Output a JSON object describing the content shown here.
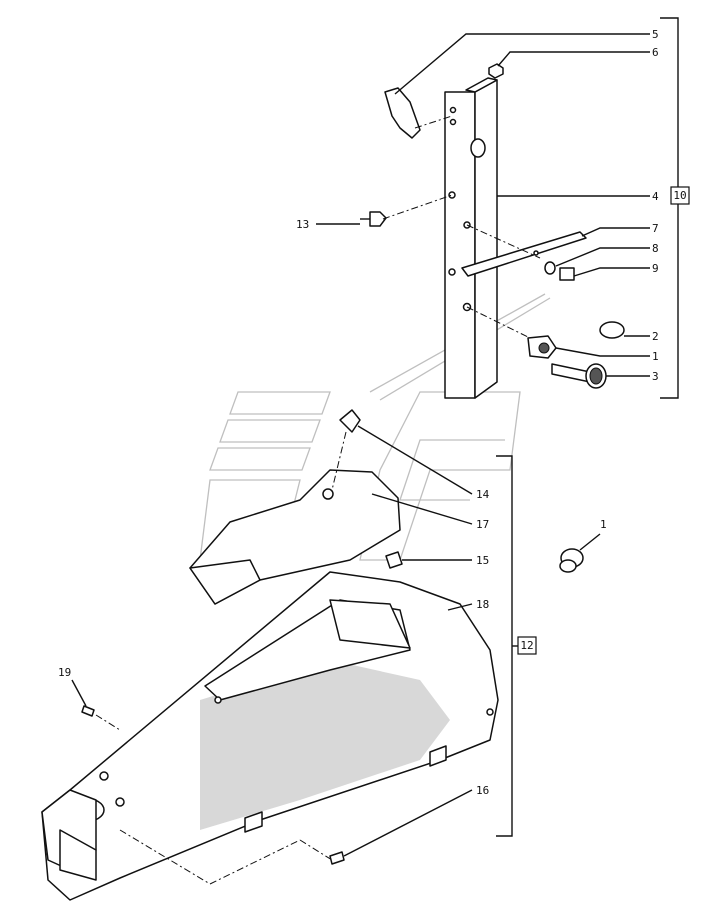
{
  "callouts": {
    "c5": "5",
    "c6": "6",
    "c4": "4",
    "c13": "13",
    "c7": "7",
    "c8": "8",
    "c9": "9",
    "c2": "2",
    "c1": "1",
    "c3": "3",
    "c14": "14",
    "c17": "17",
    "c15": "15",
    "c1b": "1",
    "c18": "18",
    "c19": "19",
    "c16": "16"
  },
  "groups": {
    "g10": "10",
    "g12": "12"
  }
}
